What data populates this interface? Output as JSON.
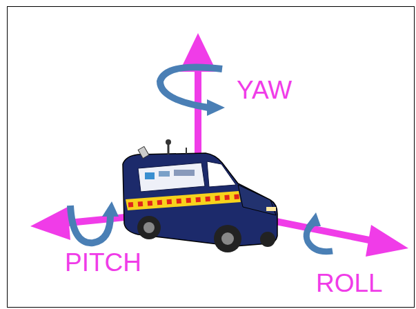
{
  "diagram": {
    "labels": [
      "YAW",
      "PITCH",
      "ROLL"
    ]
  }
}
